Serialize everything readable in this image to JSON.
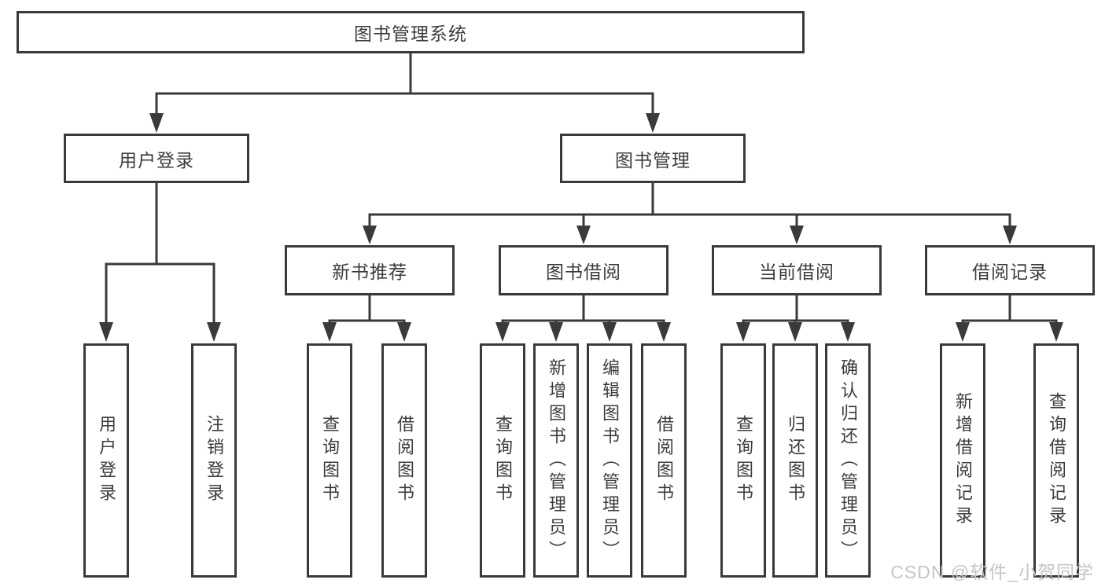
{
  "colors": {
    "line": "#3a3a3a",
    "text": "#3c3c3c",
    "box_bg": "#ffffff",
    "watermark": "#c5c5c5",
    "background": "#ffffff"
  },
  "root": {
    "label": "图书管理系统"
  },
  "level2": [
    {
      "label": "用户登录"
    },
    {
      "label": "图书管理"
    }
  ],
  "level3": [
    {
      "label": "新书推荐"
    },
    {
      "label": "图书借阅"
    },
    {
      "label": "当前借阅"
    },
    {
      "label": "借阅记录"
    }
  ],
  "leaves": {
    "user_login": [
      "用户登录",
      "注销登录"
    ],
    "new_book_recommend": [
      "查询图书",
      "借阅图书"
    ],
    "book_borrow": [
      "查询图书",
      "新增图书（管理员）",
      "编辑图书（管理员）",
      "借阅图书"
    ],
    "current_borrow": [
      "查询图书",
      "归还图书",
      "确认归还（管理员）"
    ],
    "borrow_records": [
      "新增借阅记录",
      "查询借阅记录"
    ]
  },
  "watermark": {
    "text": "CSDN @软件_小贺同学"
  }
}
